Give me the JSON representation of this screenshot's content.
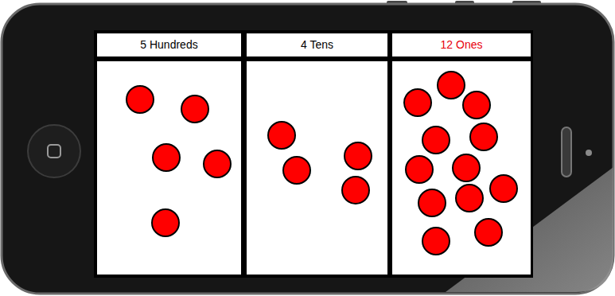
{
  "diagram": {
    "nodes": [
      {
        "text": [
          "5 Hundreds"
        ]
      },
      {
        "text": [
          "4 Tens"
        ]
      },
      {
        "text": [
          "12 Ones"
        ]
      }
    ]
  }
}
